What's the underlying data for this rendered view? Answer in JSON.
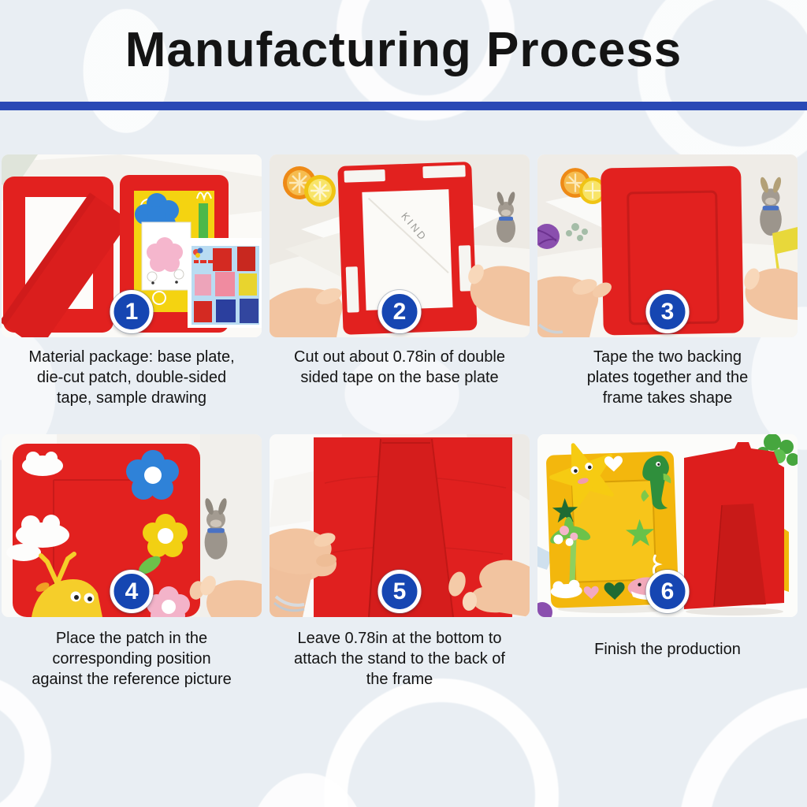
{
  "header": {
    "title": "Manufacturing Process"
  },
  "colors": {
    "page_background": "#e9eef3",
    "divider_blue": "#2a49b5",
    "badge_blue": "#1646b2",
    "felt_red": "#e2211f",
    "felt_yellow": "#f3b70d",
    "title_text": "#141414",
    "caption_text": "#131313"
  },
  "steps": [
    {
      "number": "1",
      "caption": "Material package: base plate,\ndie-cut patch, double-sided\ntape, sample drawing"
    },
    {
      "number": "2",
      "caption": "Cut out about 0.78in of double\nsided tape on the base plate"
    },
    {
      "number": "3",
      "caption": "Tape the two backing\nplates together and the\nframe takes shape"
    },
    {
      "number": "4",
      "caption": "Place the patch in the\ncorresponding position\nagainst the reference picture"
    },
    {
      "number": "5",
      "caption": "Leave 0.78in at the bottom to\nattach the stand to the back of\nthe frame"
    },
    {
      "number": "6",
      "caption": "Finish the production"
    }
  ],
  "photos": {
    "step2_paper_text": "KIND"
  }
}
